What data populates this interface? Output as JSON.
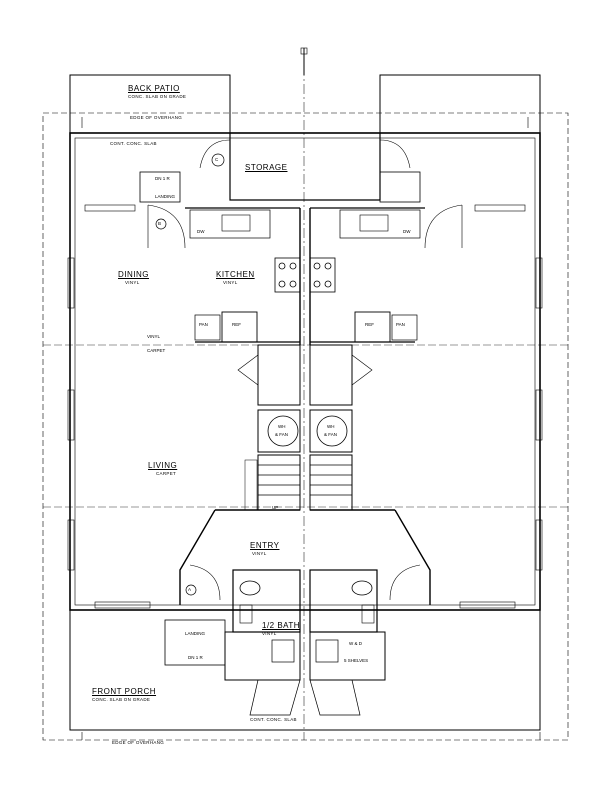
{
  "drawing": {
    "colors": {
      "ink": "#000000",
      "background": "#ffffff"
    },
    "labels": {
      "back_patio": "BACK PATIO",
      "back_patio_sub": "CONC. SLAB ON GRADE",
      "edge_overhang_top": "EDGE OF OVERHANG",
      "cont_conc_slab_top": "CONT. CONC. SLAB",
      "storage": "STORAGE",
      "dn_1r_top": "DN 1 R",
      "landing_top": "LANDING",
      "dining": "DINING",
      "dining_sub": "VINYL",
      "kitchen": "KITCHEN",
      "kitchen_sub": "VINYL",
      "dw_left": "DW",
      "dw_right": "DW",
      "pan_left": "PAN",
      "ref_left": "REF",
      "ref_right": "REF",
      "pan_right": "PAN",
      "vinyl_mid": "VINYL",
      "carpet_mid": "CARPET",
      "living": "LIVING",
      "living_sub": "CARPET",
      "wh_left": "WH",
      "wh_left_sub": "& FAN",
      "wh_right": "WH",
      "wh_right_sub": "& FAN",
      "entry": "ENTRY",
      "entry_sub": "VINYL",
      "half_bath": "1/2 BATH",
      "half_bath_sub": "VINYL",
      "landing_bottom": "LANDING",
      "dn_1r_bottom": "DN 1 R",
      "wd_right": "W & D",
      "wd_right_sub": "5 SHELVES",
      "front_porch": "FRONT PORCH",
      "front_porch_sub": "CONC. SLAB ON GRADE",
      "cont_conc_slab_bottom": "CONT. CONC. SLAB",
      "edge_overhang_bottom": "EDGE OF OVERHANG",
      "up": "UP",
      "tag_a": "A",
      "tag_b": "B",
      "tag_c": "C"
    }
  }
}
